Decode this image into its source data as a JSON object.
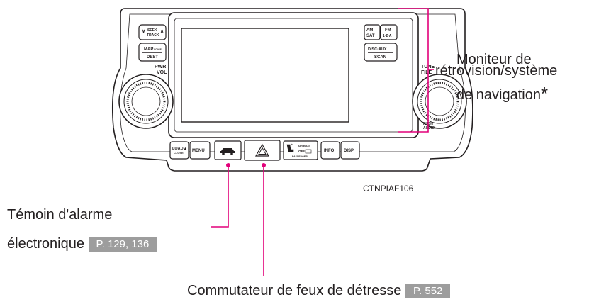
{
  "panel": {
    "left_buttons": [
      {
        "id": "seek",
        "line1": "SEEK",
        "line2": "TRACK"
      },
      {
        "id": "map",
        "line1": "MAP",
        "line1_sub": "VOICE",
        "line2": "DEST"
      }
    ],
    "right_buttons": [
      {
        "id": "am",
        "line1": "AM",
        "line2": "SAT"
      },
      {
        "id": "fm",
        "line1": "FM",
        "line2": "1·2·A"
      },
      {
        "id": "disc",
        "line1": "DISC·AUX",
        "line2": "SCAN"
      }
    ],
    "left_knob_label": [
      "PWR",
      "VOL"
    ],
    "right_knob_label": [
      "TUNE",
      "FILE"
    ],
    "push_label": [
      "PUSH",
      "AUDIO"
    ],
    "bottom_buttons": {
      "load_close": [
        "LOAD▲",
        "CLOSE"
      ],
      "menu": "MENU",
      "info": "INFO",
      "disp": "DISP",
      "airbag": [
        "AIR BAG",
        "OFF",
        "PASSENGER"
      ]
    }
  },
  "image_code": "CTNPIAF106",
  "callouts": {
    "monitor": {
      "lines": [
        "Moniteur de",
        "rétrovision/système",
        "de navigation"
      ],
      "mark": "*"
    },
    "alarm": {
      "lines": [
        "Témoin d'alarme",
        "électronique"
      ],
      "page_ref": "P. 129, 136"
    },
    "hazard": {
      "text": "Commutateur de feux de détresse",
      "page_ref": "P. 552"
    }
  },
  "colors": {
    "leader_line": "#e2007a",
    "page_ref_bg": "#9d9d9d"
  }
}
